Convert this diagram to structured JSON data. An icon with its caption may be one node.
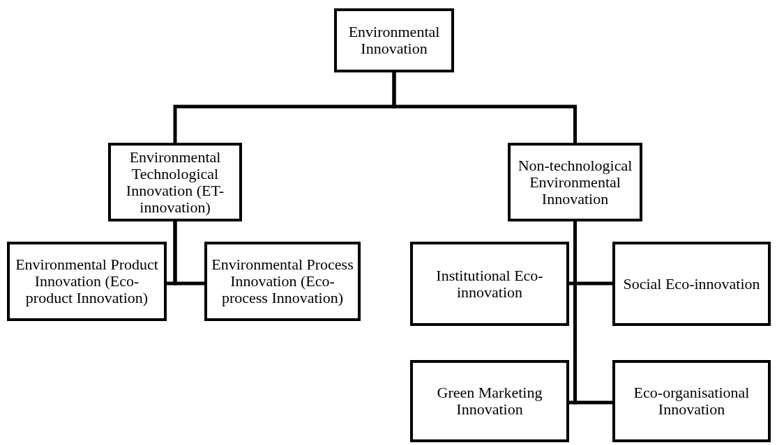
{
  "diagram": {
    "nodes": [
      {
        "text": [
          "Environmental Innovation"
        ]
      },
      {
        "text": [
          "Environmental Technological Innovation (ET-innovation)"
        ]
      },
      {
        "text": [
          "Non-technological Environmental Innovation"
        ]
      },
      {
        "text": [
          "Environmental Product Innovation (Eco-product Innovation)"
        ]
      },
      {
        "text": [
          "Environmental Process Innovation (Eco-process Innovation)"
        ]
      },
      {
        "text": [
          "Institutional Eco-innovation"
        ]
      },
      {
        "text": [
          "Social Eco-innovation"
        ]
      },
      {
        "text": [
          "Green Marketing Innovation"
        ]
      },
      {
        "text": [
          "Eco-organisational Innovation"
        ]
      }
    ],
    "edges": [
      {
        "from": 0,
        "to": 1,
        "arrow": "none"
      },
      {
        "from": 0,
        "to": 2,
        "arrow": "none"
      },
      {
        "from": 1,
        "to": 3,
        "arrow": "none"
      },
      {
        "from": 1,
        "to": 4,
        "arrow": "none"
      },
      {
        "from": 2,
        "to": 5,
        "arrow": "none"
      },
      {
        "from": 2,
        "to": 6,
        "arrow": "none"
      },
      {
        "from": 2,
        "to": 7,
        "arrow": "none"
      },
      {
        "from": 2,
        "to": 8,
        "arrow": "none"
      }
    ]
  }
}
